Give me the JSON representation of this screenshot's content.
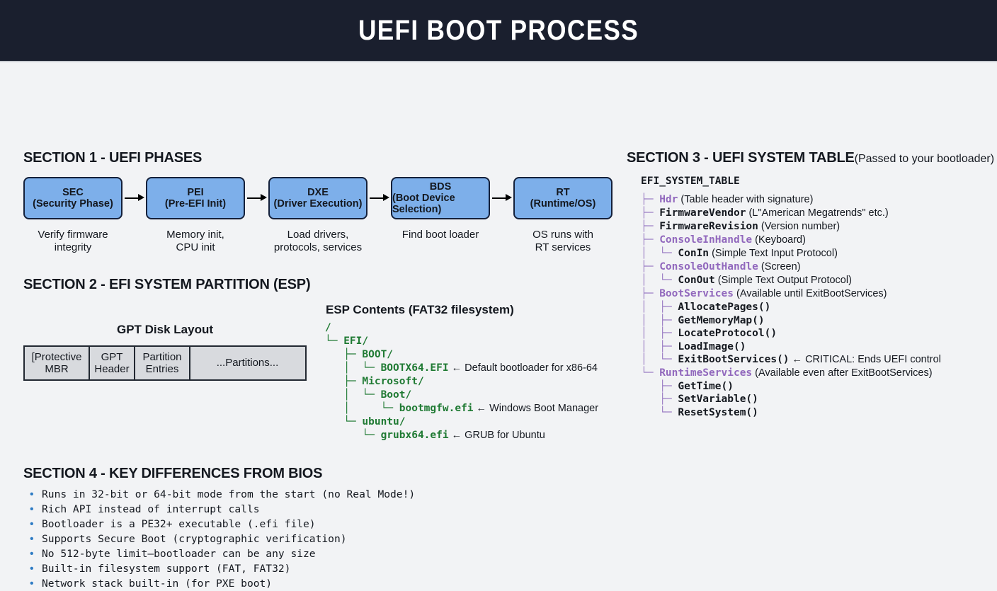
{
  "header": {
    "title": "UEFI BOOT PROCESS",
    "bg": "#1a1f2e"
  },
  "colors": {
    "phase_fill": "#7dafea",
    "phase_border": "#14203a",
    "tree_green": "#1f7a33",
    "tree_purple": "#9b7dc4",
    "bullet_blue": "#2d7bc4",
    "page_bg": "#f2f3f5"
  },
  "section1": {
    "heading": "SECTION 1 - UEFI PHASES",
    "phases": [
      {
        "name": "SEC",
        "sub": "(Security Phase)",
        "desc": "Verify firmware\nintegrity"
      },
      {
        "name": "PEI",
        "sub": "(Pre-EFI Init)",
        "desc": "Memory init,\nCPU init"
      },
      {
        "name": "DXE",
        "sub": "(Driver Execution)",
        "desc": "Load drivers,\nprotocols, services"
      },
      {
        "name": "BDS",
        "sub": "(Boot Device Selection)",
        "desc": "Find boot loader"
      },
      {
        "name": "RT",
        "sub": "(Runtime/OS)",
        "desc": "OS runs with\nRT services"
      }
    ]
  },
  "section2": {
    "heading": "SECTION 2 - EFI SYSTEM PARTITION (ESP)",
    "gpt_title": "GPT Disk Layout",
    "gpt_cells": [
      {
        "label": "[Protective\nMBR",
        "width": 92
      },
      {
        "label": "GPT\nHeader",
        "width": 64
      },
      {
        "label": "Partition\nEntries",
        "width": 78
      },
      {
        "label": "...Partitions...",
        "width": 161
      }
    ],
    "esp_title": "ESP Contents (FAT32 filesystem)",
    "esp_tree": [
      {
        "prefix": "",
        "name": "/",
        "note": ""
      },
      {
        "prefix": "└─ ",
        "name": "EFI/",
        "note": ""
      },
      {
        "prefix": "   ├─ ",
        "name": "BOOT/",
        "note": ""
      },
      {
        "prefix": "   │  └─ ",
        "name": "BOOTX64.EFI",
        "note": " ← Default bootloader for x86-64"
      },
      {
        "prefix": "   ├─ ",
        "name": "Microsoft/",
        "note": ""
      },
      {
        "prefix": "   │  └─ ",
        "name": "Boot/",
        "note": ""
      },
      {
        "prefix": "   │     └─ ",
        "name": "bootmgfw.efi",
        "note": " ← Windows Boot Manager"
      },
      {
        "prefix": "   └─ ",
        "name": "ubuntu/",
        "note": ""
      },
      {
        "prefix": "      └─ ",
        "name": "grubx64.efi",
        "note": " ← GRUB for Ubuntu"
      }
    ]
  },
  "section3": {
    "heading": "SECTION 3 - UEFI SYSTEM TABLE",
    "heading_sub": "(Passed to your bootloader)",
    "root": "EFI_SYSTEM_TABLE",
    "entries": [
      {
        "prefix": "├─ ",
        "name": "Hdr",
        "style": "purple",
        "note": " (Table header with signature)",
        "tight": false
      },
      {
        "prefix": "├─ ",
        "name": "FirmwareVendor",
        "style": "black",
        "note": " (L\"American Megatrends\" etc.)",
        "tight": false
      },
      {
        "prefix": "├─ ",
        "name": "FirmwareRevision",
        "style": "black",
        "note": " (Version number)",
        "tight": false
      },
      {
        "prefix": "├─ ",
        "name": "ConsoleInHandle",
        "style": "purple",
        "note": " (Keyboard)",
        "tight": false
      },
      {
        "prefix": "│  └─ ",
        "name": "ConIn",
        "style": "black",
        "note": " (Simple Text Input Protocol)",
        "tight": false
      },
      {
        "prefix": "├─ ",
        "name": "ConsoleOutHandle",
        "style": "purple",
        "note": " (Screen)",
        "tight": false
      },
      {
        "prefix": "│  └─ ",
        "name": "ConOut",
        "style": "black",
        "note": " (Simple Text Output Protocol)",
        "tight": false
      },
      {
        "prefix": "├─ ",
        "name": "BootServices",
        "style": "purple",
        "note": " (Available until ExitBootServices)",
        "tight": false
      },
      {
        "prefix": "│  ├─ ",
        "name": "AllocatePages()",
        "style": "black",
        "note": "",
        "tight": true
      },
      {
        "prefix": "│  ├─ ",
        "name": "GetMemoryMap()",
        "style": "black",
        "note": "",
        "tight": true
      },
      {
        "prefix": "│  ├─ ",
        "name": "LocateProtocol()",
        "style": "black",
        "note": "",
        "tight": true
      },
      {
        "prefix": "│  ├─ ",
        "name": "LoadImage()",
        "style": "black",
        "note": "",
        "tight": true
      },
      {
        "prefix": "│  └─ ",
        "name": "ExitBootServices()",
        "style": "black",
        "note": " ← CRITICAL: Ends UEFI control",
        "tight": true
      },
      {
        "prefix": "└─ ",
        "name": "RuntimeServices",
        "style": "purple",
        "note": " (Available even after ExitBootServices)",
        "tight": false
      },
      {
        "prefix": "   ├─ ",
        "name": "GetTime()",
        "style": "black",
        "note": "",
        "tight": true
      },
      {
        "prefix": "   ├─ ",
        "name": "SetVariable()",
        "style": "black",
        "note": "",
        "tight": true
      },
      {
        "prefix": "   └─ ",
        "name": "ResetSystem()",
        "style": "black",
        "note": "",
        "tight": true
      }
    ]
  },
  "section4": {
    "heading": "SECTION 4 - KEY DIFFERENCES FROM BIOS",
    "bullet_char": "•",
    "items": [
      "Runs in 32-bit or 64-bit mode from the start (no Real Mode!)",
      "Rich API instead of interrupt calls",
      "Bootloader is a PE32+ executable (.efi file)",
      "Supports Secure Boot (cryptographic verification)",
      "No 512-byte limit—bootloader can be any size",
      "Built-in filesystem support (FAT, FAT32)",
      "Network stack built-in (for PXE boot)"
    ]
  }
}
